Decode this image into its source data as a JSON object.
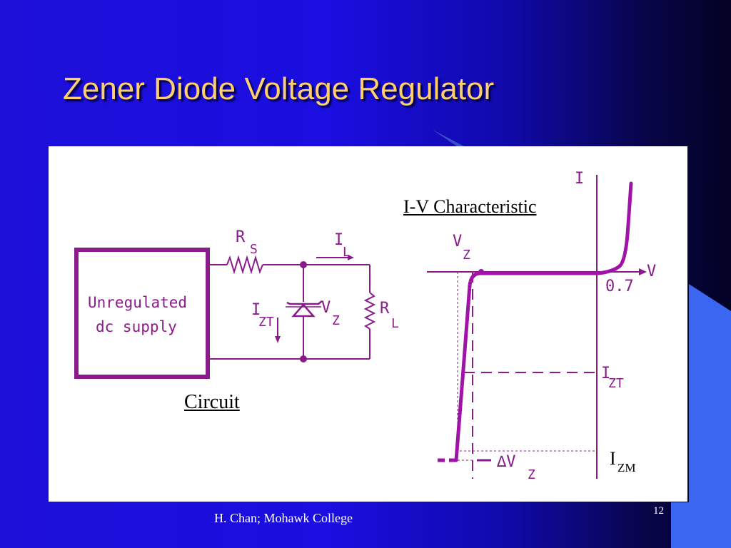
{
  "slide": {
    "title": "Zener Diode Voltage Regulator",
    "footer": "H. Chan;  Mohawk College",
    "page_number": "12"
  },
  "circuit": {
    "caption": "Circuit",
    "supply_line1": "Unregulated",
    "supply_line2": "dc supply",
    "rs_main": "R",
    "rs_sub": "S",
    "il_main": "I",
    "il_sub": "L",
    "izt_main": "I",
    "izt_sub": "ZT",
    "vz_main": "V",
    "vz_sub": "Z",
    "rl_main": "R",
    "rl_sub": "L"
  },
  "characteristic": {
    "caption": "I-V Characteristic",
    "i_axis": "I",
    "v_axis": "V",
    "vz_main": "V",
    "vz_sub": "Z",
    "forward_voltage": "0.7",
    "izt_main": "I",
    "izt_sub": "ZT",
    "izm_main": "I",
    "izm_sub": "ZM",
    "delta_vz_main": "∆V",
    "delta_vz_sub": "Z"
  },
  "colors": {
    "title": "#ffcf6e",
    "curve": "#a012a8",
    "panel": "#ffffff"
  }
}
